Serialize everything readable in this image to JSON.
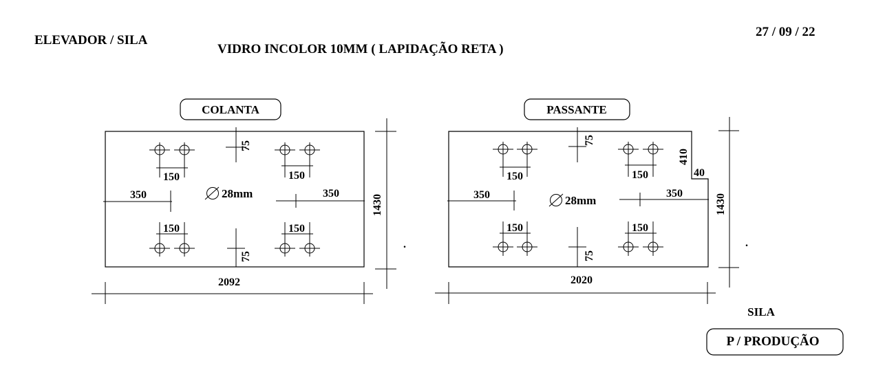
{
  "header": {
    "project": "ELEVADOR / SILA",
    "glass_spec": "VIDRO INCOLOR 10MM ( LAPIDAÇÃO RETA )",
    "date": "27 / 09 / 22"
  },
  "panels": [
    {
      "name": "COLANTA",
      "width": "2092",
      "height": "1430",
      "hole_diameter": "28mm",
      "top_offset": "75",
      "bottom_offset": "75",
      "left_offset": "350",
      "right_offset": "350",
      "hole_spacing": [
        "150",
        "150",
        "150",
        "150"
      ]
    },
    {
      "name": "PASSANTE",
      "width": "2020",
      "height": "1430",
      "hole_diameter": "28mm",
      "top_offset": "75",
      "bottom_offset": "75",
      "left_offset": "350",
      "right_offset": "350",
      "hole_spacing": [
        "150",
        "150",
        "150",
        "150"
      ],
      "notch_height": "410",
      "notch_width": "40"
    }
  ],
  "footer": {
    "client": "SILA",
    "purpose": "P / PRODUÇÃO"
  }
}
